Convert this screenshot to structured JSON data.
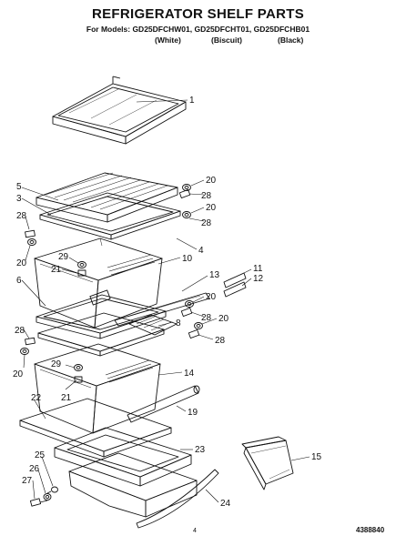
{
  "header": {
    "title": "REFRIGERATOR SHELF PARTS",
    "models": "For Models: GD25DFCHW01, GD25DFCHT01, GD25DFCHB01",
    "colors": [
      "(White)",
      "(Biscuit)",
      "(Black)"
    ]
  },
  "callouts": [
    "1",
    "20",
    "28",
    "5",
    "3",
    "20",
    "28",
    "28",
    "4",
    "20",
    "29",
    "10",
    "21",
    "13",
    "11",
    "12",
    "6",
    "20",
    "8",
    "28",
    "20",
    "28",
    "28",
    "20",
    "29",
    "14",
    "21",
    "19",
    "22",
    "23",
    "15",
    "25",
    "26",
    "27",
    "24"
  ],
  "footer": {
    "page_number": "4",
    "document_number": "4388840"
  }
}
